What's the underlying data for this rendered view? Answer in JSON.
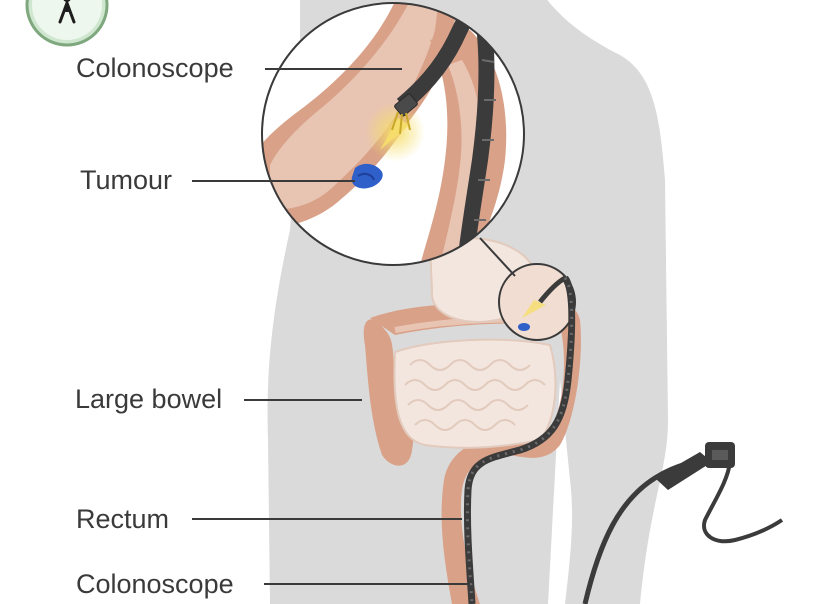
{
  "labels": {
    "colonoscope_top": "Colonoscope",
    "tumour": "Tumour",
    "large_bowel": "Large bowel",
    "rectum": "Rectum",
    "colonoscope_bottom": "Colonoscope"
  },
  "icons": {
    "corner_badge": "person-icon"
  },
  "colors": {
    "body_silhouette": "#d9d9d9",
    "bowel": "#d9a188",
    "bowel_inner": "#e8c4b2",
    "small_intestine": "#f3e6df",
    "scope": "#3b3b3b",
    "tumour": "#2f5fc9",
    "light": "#f2d04a",
    "badge_bg": "#cfe6cf"
  }
}
